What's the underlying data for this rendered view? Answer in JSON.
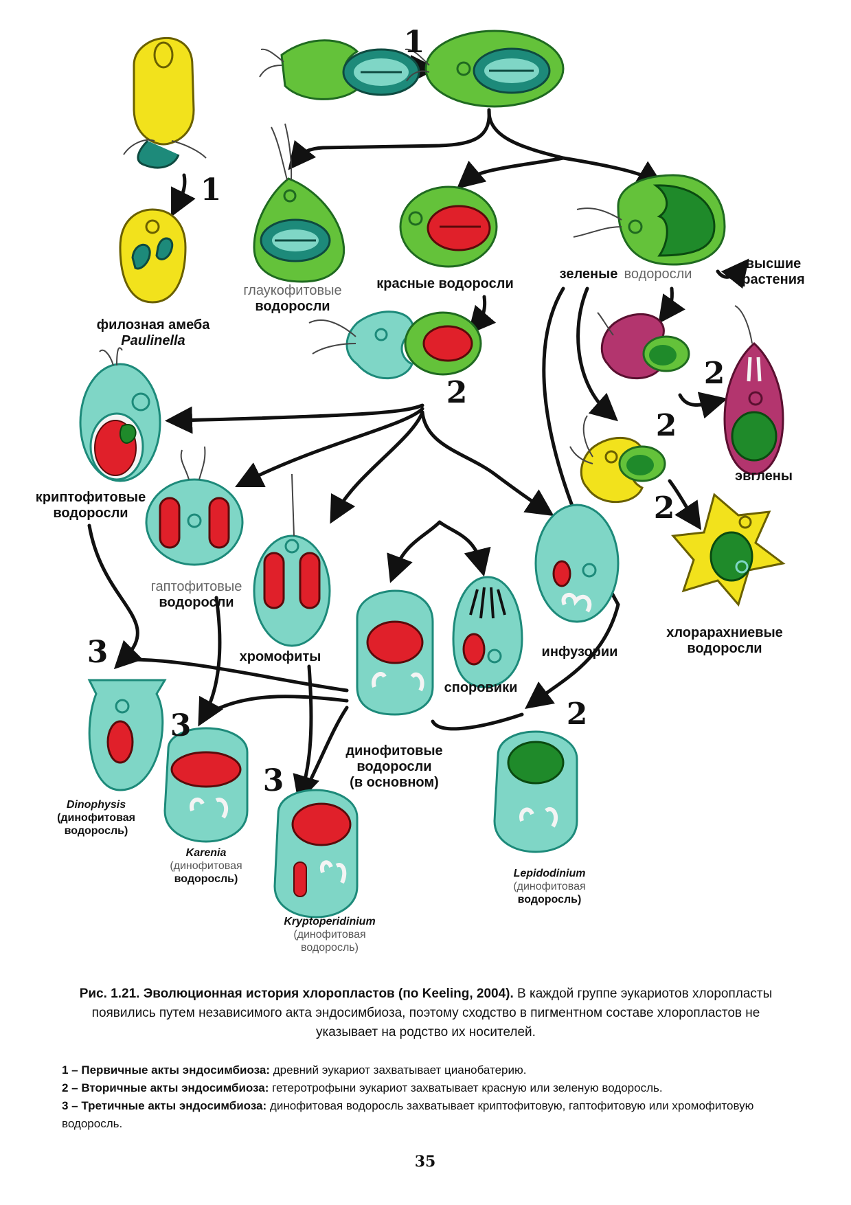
{
  "labels": {
    "paulinella_line1": "филозная амеба",
    "paulinella_line2": "Paulinella",
    "glauco_line1": "глаукофитовые",
    "glauco_line2": "водоросли",
    "red_algae": "красные водоросли",
    "green_algae_a": "зеленые",
    "green_algae_b": "водоросли",
    "higher_plants_line1": "высшие",
    "higher_plants_line2": "растения",
    "crypto_line1": "криптофитовые",
    "crypto_line2": "водоросли",
    "hapto_line1": "гаптофитовые",
    "hapto_line2": "водоросли",
    "chromophytes": "хромофиты",
    "sporozoa": "споровики",
    "ciliates": "инфузории",
    "euglena": "эвглены",
    "chlorarach_line1": "хлорарахниевые",
    "chlorarach_line2": "водоросли",
    "dino_line1": "динофитовые",
    "dino_line2": "водоросли",
    "dino_line3": "(в основном)",
    "dinophysis_name": "Dinophysis",
    "dinophysis_line2": "(динофитовая",
    "dinophysis_line3": "водоросль)",
    "karenia_name": "Karenia",
    "karenia_line2": "(динофитовая",
    "karenia_line3": "водоросль)",
    "krypto_name": "Kryptoperidinium",
    "krypto_line2": "(динофитовая",
    "krypto_line3": "водоросль)",
    "lepido_name": "Lepidodinium",
    "lepido_line2": "(динофитовая",
    "lepido_line3": "водоросль)"
  },
  "step_numbers": {
    "top": "1",
    "paulinella": "1",
    "red_secondary": "2",
    "euglena": "2",
    "chlorarach_a": "2",
    "chlorarach_b": "2",
    "lepido": "2",
    "dinophysis": "3",
    "karenia": "3",
    "krypto": "3"
  },
  "caption": {
    "title": "Рис. 1.21. Эволюционная история хлоропластов (по Keeling, 2004).",
    "text": "В каждой группе эукариотов хлоропласты появились путем независимого акта эндосимбиоза, поэтому сходство в пигментном составе хлоропластов не указывает на родство их носителей."
  },
  "notes": [
    {
      "head": "1 – Первичные акты эндосимбиоза:",
      "text": "древний эукариот захватывает цианобатерию."
    },
    {
      "head": "2 – Вторичные акты эндосимбиоза:",
      "text": "гетеротрофыни эукариот захватывает красную или зеленую водоросль."
    },
    {
      "head": "3 – Третичные акты эндосимбиоза:",
      "text": "динофитовая водоросль захватывает криптофитовую, гаптофитовую или хромофитовую водоросль."
    }
  ],
  "page_number": "35",
  "colors": {
    "yellow": "#f2e21c",
    "green": "#64c23a",
    "dark_green": "#1f8a2a",
    "teal": "#7fd6c6",
    "teal_dark": "#1d8a7a",
    "red": "#e0202a",
    "magenta": "#b3356e",
    "arrow": "#111111"
  }
}
